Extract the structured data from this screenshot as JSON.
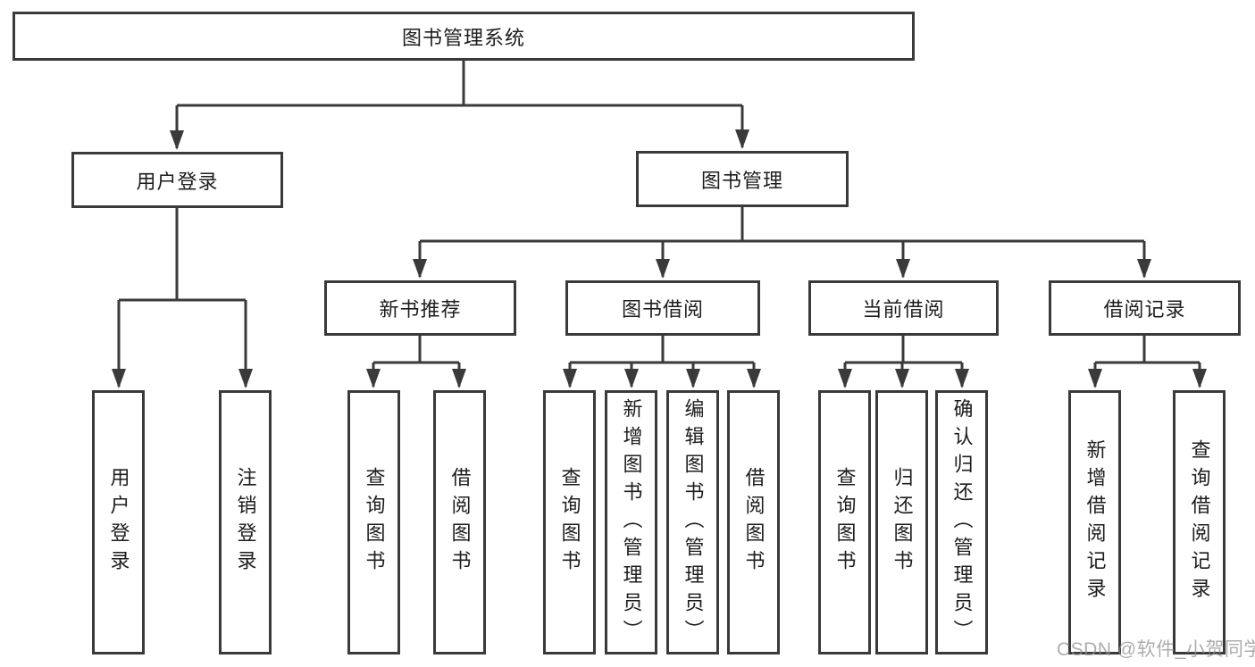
{
  "diagram_title": "图书管理系统",
  "watermark": "CSDN @软件_小贺同学",
  "colors": {
    "line": "#3a3a3a",
    "box_border": "#3a3a3a",
    "box_fill": "#ffffff",
    "text": "#1d1d1d",
    "watermark_text": "#919191",
    "background": "#ffffff"
  },
  "nodes": {
    "root": {
      "label": "图书管理系统",
      "parent": null
    },
    "user-login": {
      "label": "用户登录",
      "parent": "root"
    },
    "book-mgmt": {
      "label": "图书管理",
      "parent": "root"
    },
    "login-do": {
      "label": "用户登录",
      "parent": "user-login"
    },
    "login-logout": {
      "label": "注销登录",
      "parent": "user-login"
    },
    "new-rec": {
      "label": "新书推荐",
      "parent": "book-mgmt"
    },
    "book-borrow": {
      "label": "图书借阅",
      "parent": "book-mgmt"
    },
    "current-borrow": {
      "label": "当前借阅",
      "parent": "book-mgmt"
    },
    "borrow-records": {
      "label": "借阅记录",
      "parent": "book-mgmt"
    },
    "rec-query": {
      "label": "查询图书",
      "parent": "new-rec"
    },
    "rec-borrow": {
      "label": "借阅图书",
      "parent": "new-rec"
    },
    "bb-query": {
      "label": "查询图书",
      "parent": "book-borrow"
    },
    "bb-add": {
      "label": "新增图书（管理员）",
      "parent": "book-borrow"
    },
    "bb-edit": {
      "label": "编辑图书（管理员）",
      "parent": "book-borrow"
    },
    "bb-borrow": {
      "label": "借阅图书",
      "parent": "book-borrow"
    },
    "cb-query": {
      "label": "查询图书",
      "parent": "current-borrow"
    },
    "cb-return": {
      "label": "归还图书",
      "parent": "current-borrow"
    },
    "cb-confirm": {
      "label": "确认归还（管理员）",
      "parent": "current-borrow"
    },
    "br-add": {
      "label": "新增借阅记录",
      "parent": "borrow-records"
    },
    "br-query": {
      "label": "查询借阅记录",
      "parent": "borrow-records"
    }
  }
}
